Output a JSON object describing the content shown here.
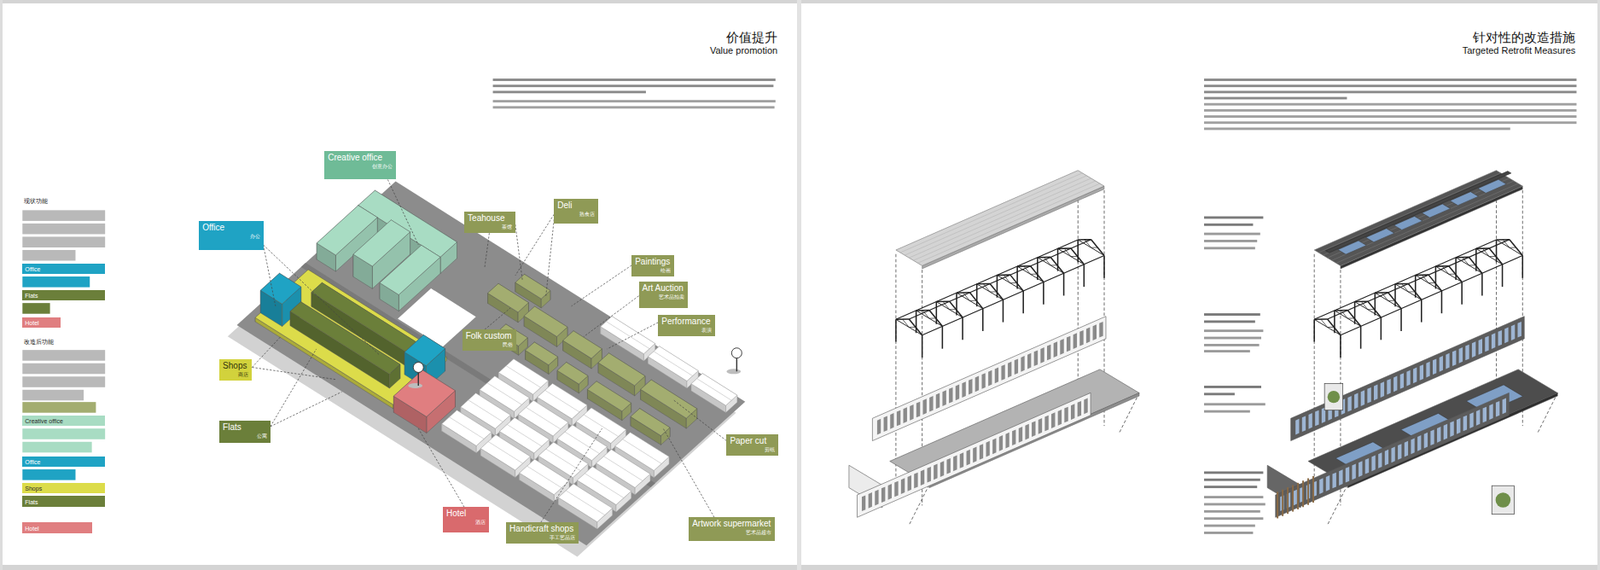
{
  "diagram": {
    "nodes": [
      {
        "text": [
          "Creative office",
          "创意办公"
        ]
      },
      {
        "text": [
          "Deli",
          "熟食店"
        ]
      },
      {
        "text": [
          "Teahouse",
          "茶馆"
        ]
      },
      {
        "text": [
          "Office",
          "办公"
        ]
      },
      {
        "text": [
          "Paintings",
          "绘画"
        ]
      },
      {
        "text": [
          "Art Auction",
          "艺术品拍卖"
        ]
      },
      {
        "text": [
          "Performance",
          "表演"
        ]
      },
      {
        "text": [
          "Folk custom",
          "民俗"
        ]
      },
      {
        "text": [
          "Shops",
          "商店"
        ]
      },
      {
        "text": [
          "Flats",
          "公寓"
        ]
      },
      {
        "text": [
          "Paper cut",
          "剪纸"
        ]
      },
      {
        "text": [
          "Hotel",
          "酒店"
        ]
      },
      {
        "text": [
          "Artwork supermarket",
          "艺术品超市"
        ]
      },
      {
        "text": [
          "Handicraft shops",
          "手工艺品店"
        ]
      }
    ],
    "labels": [
      "价值提升",
      "Value promotion",
      "针对性的改造措施",
      "Targeted Retrofit Measures",
      "现状功能",
      "改造后功能"
    ],
    "legend": [
      {
        "text": "Office",
        "color": "#1fa3c4"
      },
      {
        "text": "Flats",
        "color": "#6b7f3a"
      },
      {
        "text": "Hotel",
        "color": "#e07e80"
      },
      {
        "text": "Creative office",
        "color": "#a8dcc3"
      },
      {
        "text": "Office",
        "color": "#1fa3c4"
      },
      {
        "text": "Shops",
        "color": "#dcdc4a"
      },
      {
        "text": "Flats",
        "color": "#6b7f3a"
      },
      {
        "text": "Hotel",
        "color": "#e07e80"
      }
    ]
  }
}
